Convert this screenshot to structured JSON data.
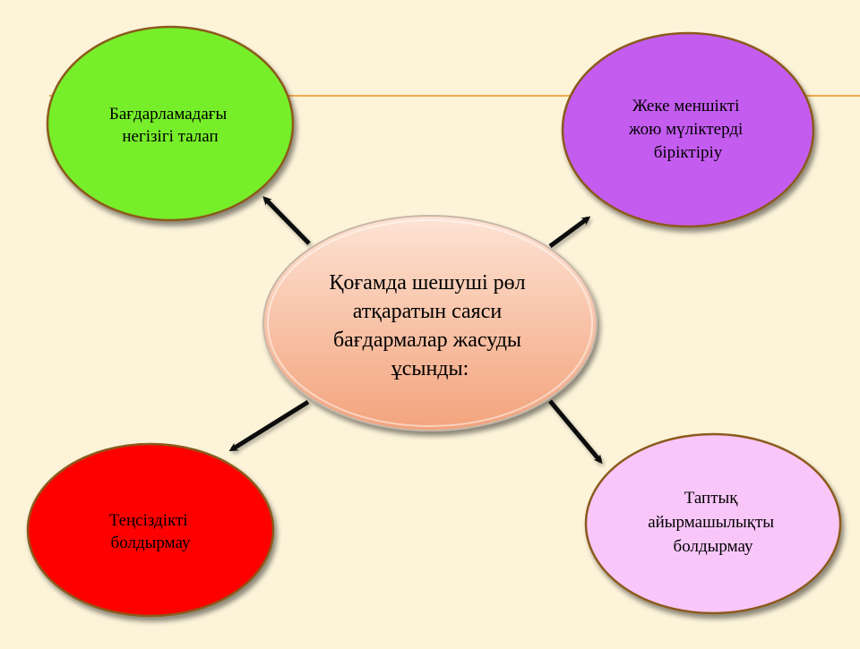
{
  "center": {
    "lines": [
      "Қоғамда шешуші рөл",
      "атқаратын  саяси",
      "бағдармалар жасуды",
      "ұсынды:"
    ]
  },
  "nodes": {
    "top_left": {
      "lines": [
        "Бағдарламадағы",
        "негізігі талап"
      ]
    },
    "top_right": {
      "lines": [
        "Жеке меншікті",
        "жою мүліктерді",
        "біріктіріу"
      ]
    },
    "bottom_left": {
      "lines": [
        "Теңсіздікті",
        "болдырмау"
      ]
    },
    "bottom_right": {
      "lines": [
        "Таптық",
        "айырмашылықты",
        "болдырмау"
      ]
    }
  },
  "colors": {
    "background": "#fcf3d9",
    "accent_line": "#f2a84a",
    "top_left_fill": "#77ee2c",
    "top_right_fill": "#c45cf0",
    "bottom_left_fill": "#ff0000",
    "bottom_right_fill": "#f9c6f9",
    "ellipse_stroke": "#8b5a1c",
    "center_top": "#fde3d4",
    "center_bottom": "#f3a37c",
    "arrow": "#111111"
  }
}
